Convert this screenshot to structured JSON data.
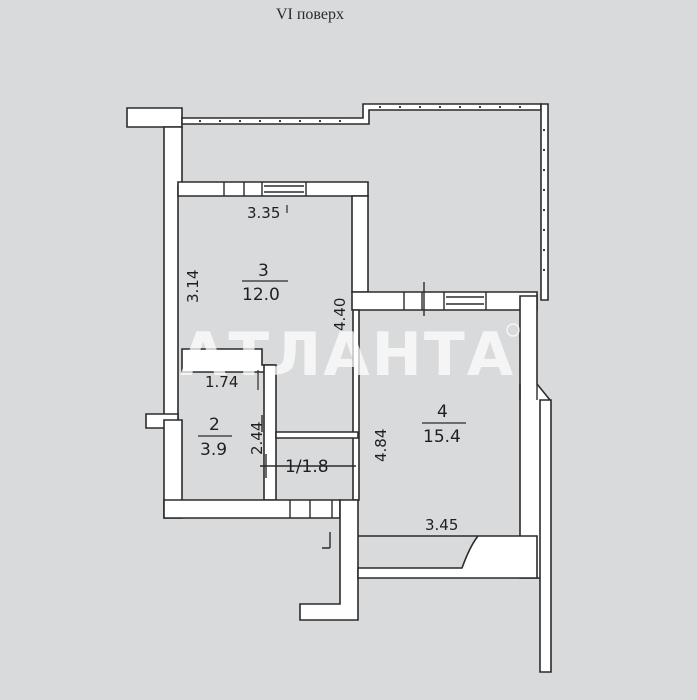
{
  "title": "VI поверх",
  "watermark": "АТЛАНТА",
  "rooms": [
    {
      "number": "3",
      "area": "12.0"
    },
    {
      "number": "2",
      "area": "3.9"
    },
    {
      "number": "1/1.8"
    },
    {
      "number": "4",
      "area": "15.4"
    }
  ],
  "dimensions": [
    "3.35",
    "3.14",
    "4.40",
    "1.74",
    "2.44",
    "4.84",
    "3.45"
  ],
  "colors": {
    "background": "#d9dadb",
    "wall": "#2b2b2b",
    "wall_fill": "#ffffff"
  }
}
